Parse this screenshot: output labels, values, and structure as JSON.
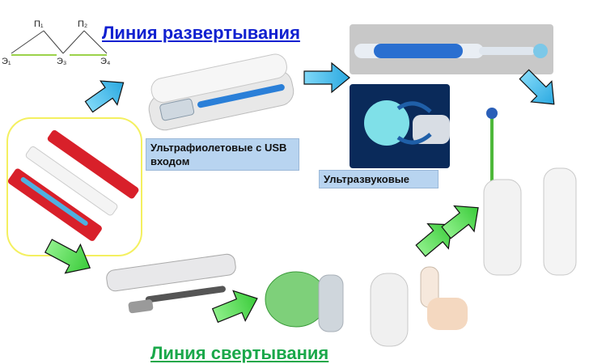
{
  "diagram": {
    "nodes": {
      "p1": "П₁",
      "p2": "П₂",
      "e1": "Э₁",
      "e3": "Э₃",
      "e4": "Э₄"
    }
  },
  "titles": {
    "top": "Линия развертывания",
    "bottom": "Линия свертывания"
  },
  "labels": {
    "uv": "Ультрафиолетовые с USB входом",
    "ultrasonic": "Ультразвуковые"
  },
  "colors": {
    "title_top": "#1020d0",
    "title_bottom": "#1aa84a",
    "arrow_blue": "#5bc8f0",
    "arrow_green": "#6ee06a",
    "highlight_ring": "#f4f060",
    "label_bg": "#b8d4f0"
  },
  "images": [
    {
      "name": "red-white-travel-cases"
    },
    {
      "name": "uv-sterilizer-case"
    },
    {
      "name": "electric-toothbrush"
    },
    {
      "name": "ultrasonic-brush-head"
    },
    {
      "name": "white-sonic-toothbrush-with-case"
    },
    {
      "name": "folding-toothbrush-in-capsule"
    },
    {
      "name": "green-clamshell-case"
    },
    {
      "name": "finger-brushes"
    }
  ]
}
